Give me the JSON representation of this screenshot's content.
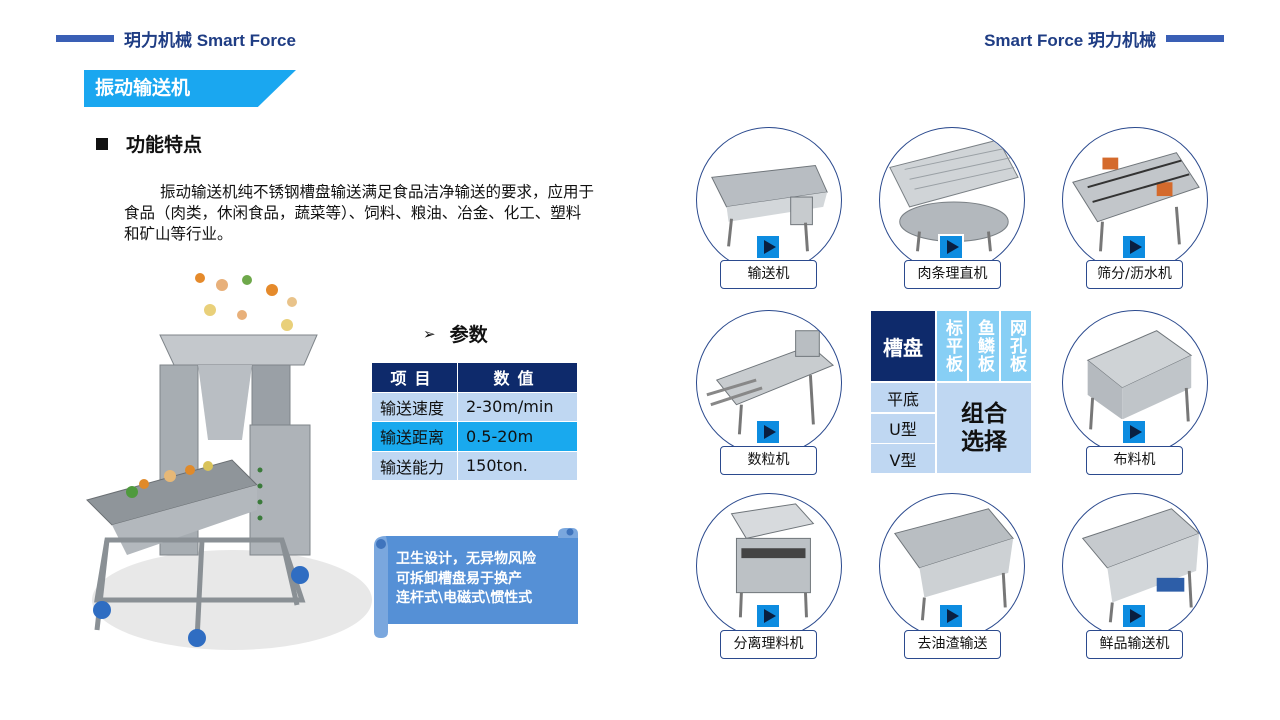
{
  "header": {
    "left_title": "玥力机械 Smart Force",
    "right_title": "Smart Force 玥力机械"
  },
  "title": "振动输送机",
  "features": {
    "heading": "功能特点",
    "description": "振动输送机纯不锈钢槽盘输送满足食品洁净输送的要求，应用于食品（肉类，休闲食品，蔬菜等）、饲料、粮油、冶金、化工、塑料和矿山等行业。"
  },
  "params": {
    "heading": "参数",
    "headers": [
      "项目",
      "数值"
    ],
    "rows": [
      {
        "item": "输送速度",
        "value": "2-30m/min"
      },
      {
        "item": "输送距离",
        "value": "0.5-20m"
      },
      {
        "item": "输送能力",
        "value": "150ton."
      }
    ]
  },
  "notes": [
    "卫生设计，无异物风险",
    "可拆卸槽盘易于换产",
    "连杆式\\电磁式\\惯性式"
  ],
  "products": [
    {
      "label": "输送机"
    },
    {
      "label": "肉条理直机"
    },
    {
      "label": "筛分/沥水机"
    },
    {
      "label": "数粒机"
    },
    {
      "label": "布料机"
    },
    {
      "label": "分离理料机"
    },
    {
      "label": "去油渣输送"
    },
    {
      "label": "鲜品输送机"
    }
  ],
  "tray_grid": {
    "main": "槽盘",
    "types": [
      "标平板",
      "鱼鳞板",
      "网孔板"
    ],
    "shapes": [
      "平底",
      "U型",
      "V型"
    ],
    "combo": [
      "组合",
      "选择"
    ]
  },
  "colors": {
    "navy": "#0e2a6b",
    "accent_blue": "#1aa7f0",
    "light_blue": "#bfd7f2",
    "header_blue": "#1f3d84"
  }
}
